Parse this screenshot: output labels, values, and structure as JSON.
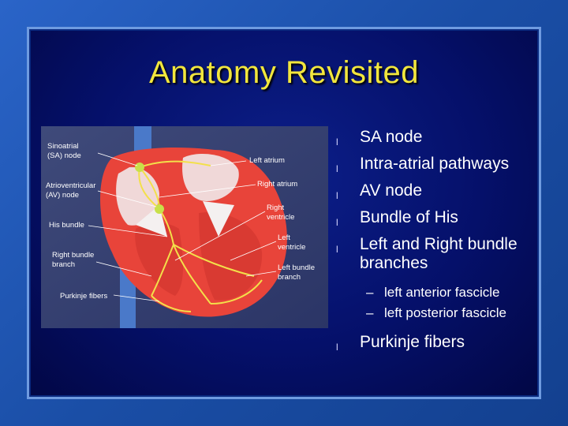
{
  "slide": {
    "title": "Anatomy Revisited",
    "bullet_mark": "l",
    "sub_mark": "–"
  },
  "bullets": {
    "b1": "SA node",
    "b2": "Intra-atrial pathways",
    "b3": "AV node",
    "b4": "Bundle of His",
    "b5": "Left and Right bundle branches",
    "sub1": "left anterior fascicle",
    "sub2": "left posterior fascicle",
    "b6": "Purkinje fibers"
  },
  "diagram_labels": {
    "sa_node_1": "Sinoatrial",
    "sa_node_2": "(SA) node",
    "av_node_1": "Atrioventricular",
    "av_node_2": "(AV) node",
    "his": "His bundle",
    "right_bundle_1": "Right bundle",
    "right_bundle_2": "branch",
    "purkinje": "Purkinje fibers",
    "left_atrium": "Left atrium",
    "right_atrium": "Right atrium",
    "right_ventricle_1": "Right",
    "right_ventricle_2": "ventricle",
    "left_ventricle_1": "Left",
    "left_ventricle_2": "ventricle",
    "left_bundle_1": "Left bundle",
    "left_bundle_2": "branch"
  },
  "colors": {
    "title": "#f2e63d",
    "background": "#05106a",
    "heart_muscle": "#e8443a",
    "conduction": "#f3e04a"
  }
}
